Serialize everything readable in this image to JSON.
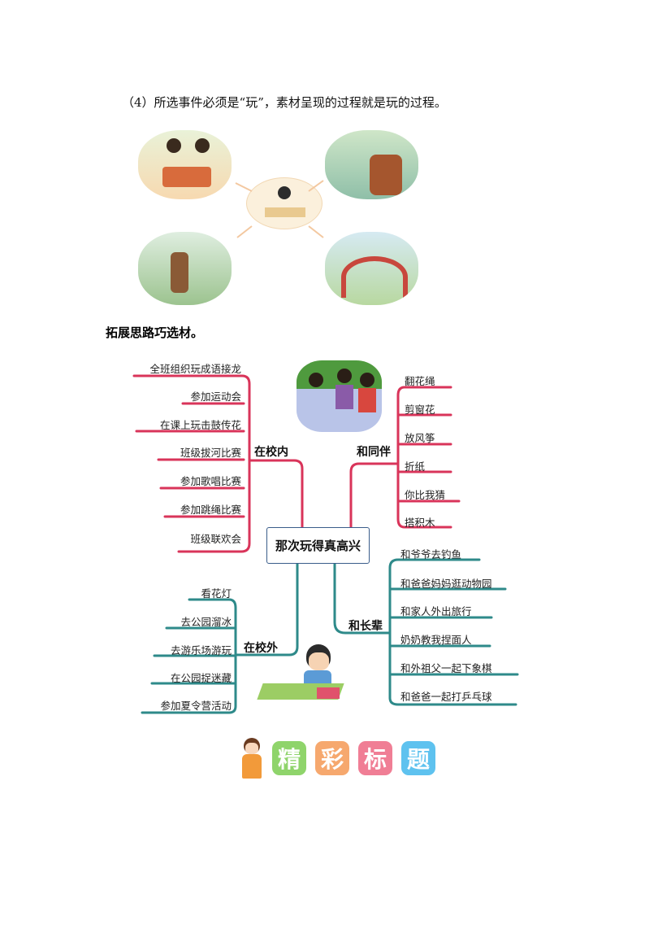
{
  "intro_text": "（4）所选事件必须是“玩”，素材呈现的过程就是玩的过程。",
  "section_heading": "拓展思路巧选材。",
  "mindmap": {
    "center": "那次玩得真高兴",
    "branches": {
      "in_school": {
        "label": "在校内",
        "items": [
          "全班组织玩成语接龙",
          "参加运动会",
          "在课上玩击鼓传花",
          "班级拔河比赛",
          "参加歌唱比赛",
          "参加跳绳比赛",
          "班级联欢会"
        ]
      },
      "with_peers": {
        "label": "和同伴",
        "items": [
          "翻花绳",
          "剪窗花",
          "放风筝",
          "折纸",
          "你比我猜",
          "搭积木"
        ]
      },
      "out_school": {
        "label": "在校外",
        "items": [
          "看花灯",
          "去公园溜冰",
          "去游乐场游玩",
          "在公园捉迷藏",
          "参加夏令营活动"
        ]
      },
      "with_elders": {
        "label": "和长辈",
        "items": [
          "和爷爷去钓鱼",
          "和爸爸妈妈逛动物园",
          "和家人外出旅行",
          "奶奶教我捏面人",
          "和外祖父一起下象棋",
          "和爸爸一起打乒乓球"
        ]
      }
    },
    "colors": {
      "school_red": "#d9345a",
      "teal": "#2e8a8a"
    }
  },
  "title_badges": [
    "精",
    "彩",
    "标",
    "题"
  ],
  "badge_colors": [
    "#8fd46b",
    "#f6a86e",
    "#f07e95",
    "#5ec2ef"
  ]
}
